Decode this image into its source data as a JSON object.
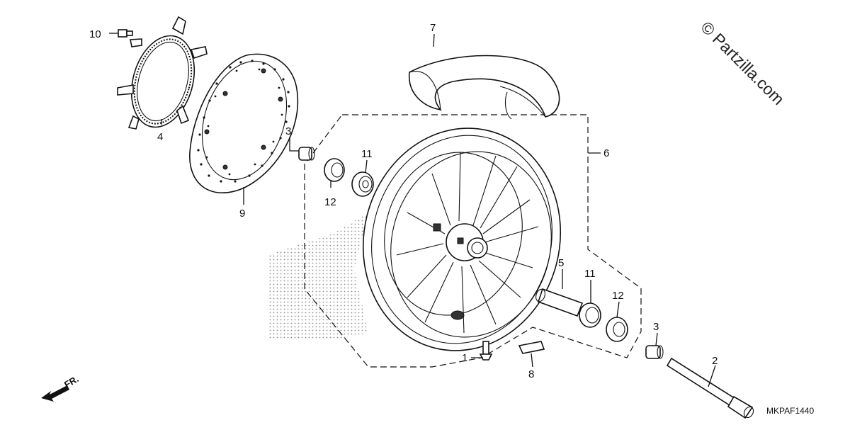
{
  "watermark": "© Partzilla.com",
  "diagram_code": "MKPAF1440",
  "direction_label": "FR.",
  "callouts": {
    "c1": "1",
    "c2": "2",
    "c3a": "3",
    "c3b": "3",
    "c4": "4",
    "c5": "5",
    "c6": "6",
    "c7": "7",
    "c8": "8",
    "c9": "9",
    "c10": "10",
    "c11a": "11",
    "c11b": "11",
    "c12a": "12",
    "c12b": "12"
  },
  "icons": [
    "bolt-icon",
    "axle-icon",
    "collar-icon",
    "sensor-ring-icon",
    "spacer-icon",
    "wheel-icon",
    "tire-icon",
    "weight-icon",
    "brake-disc-icon",
    "bearing-icon",
    "oil-seal-icon",
    "valve-icon",
    "front-arrow-icon"
  ]
}
